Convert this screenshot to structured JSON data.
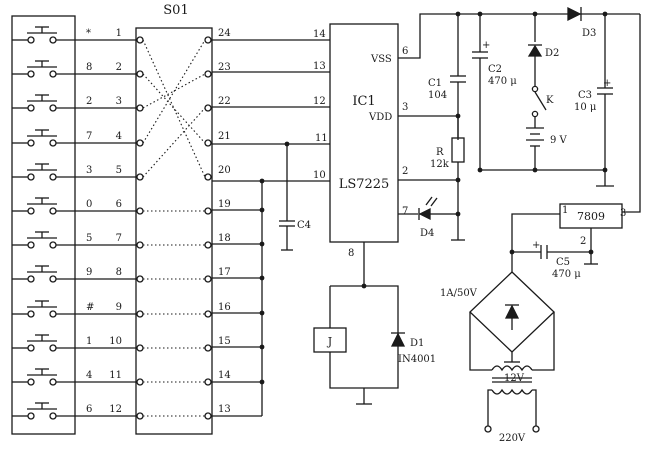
{
  "switch_block": {
    "title": "S01",
    "key_labels": [
      "*",
      "8",
      "2",
      "7",
      "3",
      "0",
      "5",
      "9",
      "#",
      "1",
      "4",
      "6"
    ],
    "left_pins": [
      "1",
      "2",
      "3",
      "4",
      "5",
      "6",
      "7",
      "8",
      "9",
      "10",
      "11",
      "12"
    ],
    "right_pins": [
      "24",
      "23",
      "22",
      "21",
      "20",
      "19",
      "18",
      "17",
      "16",
      "15",
      "14",
      "13"
    ]
  },
  "ic": {
    "name": "IC1",
    "part": "LS7225",
    "pin_vss": "VSS",
    "pin_vdd": "VDD",
    "input_pins": [
      "14",
      "13",
      "12",
      "11",
      "10"
    ],
    "right_pins": [
      "6",
      "3",
      "2",
      "7"
    ],
    "bottom_pin": "8"
  },
  "components": {
    "c4": "C4",
    "c1": "C1",
    "c1_value": "104",
    "c2": "C2",
    "c2_value": "470 μ",
    "d2": "D2",
    "d3": "D3",
    "k": "K",
    "battery": "9 V",
    "c3": "C3",
    "c3_value": "10 μ",
    "r": "R",
    "r_value": "12k",
    "d4": "D4",
    "relay": "J",
    "d1": "D1",
    "d1_part": "IN4001",
    "regulator": "7809",
    "reg_pin_in": "1",
    "reg_pin_gnd": "2",
    "reg_pin_out": "3",
    "c5": "C5",
    "c5_value": "470 μ",
    "bridge": "1A/50V",
    "secondary": "12V",
    "mains": "220V"
  }
}
